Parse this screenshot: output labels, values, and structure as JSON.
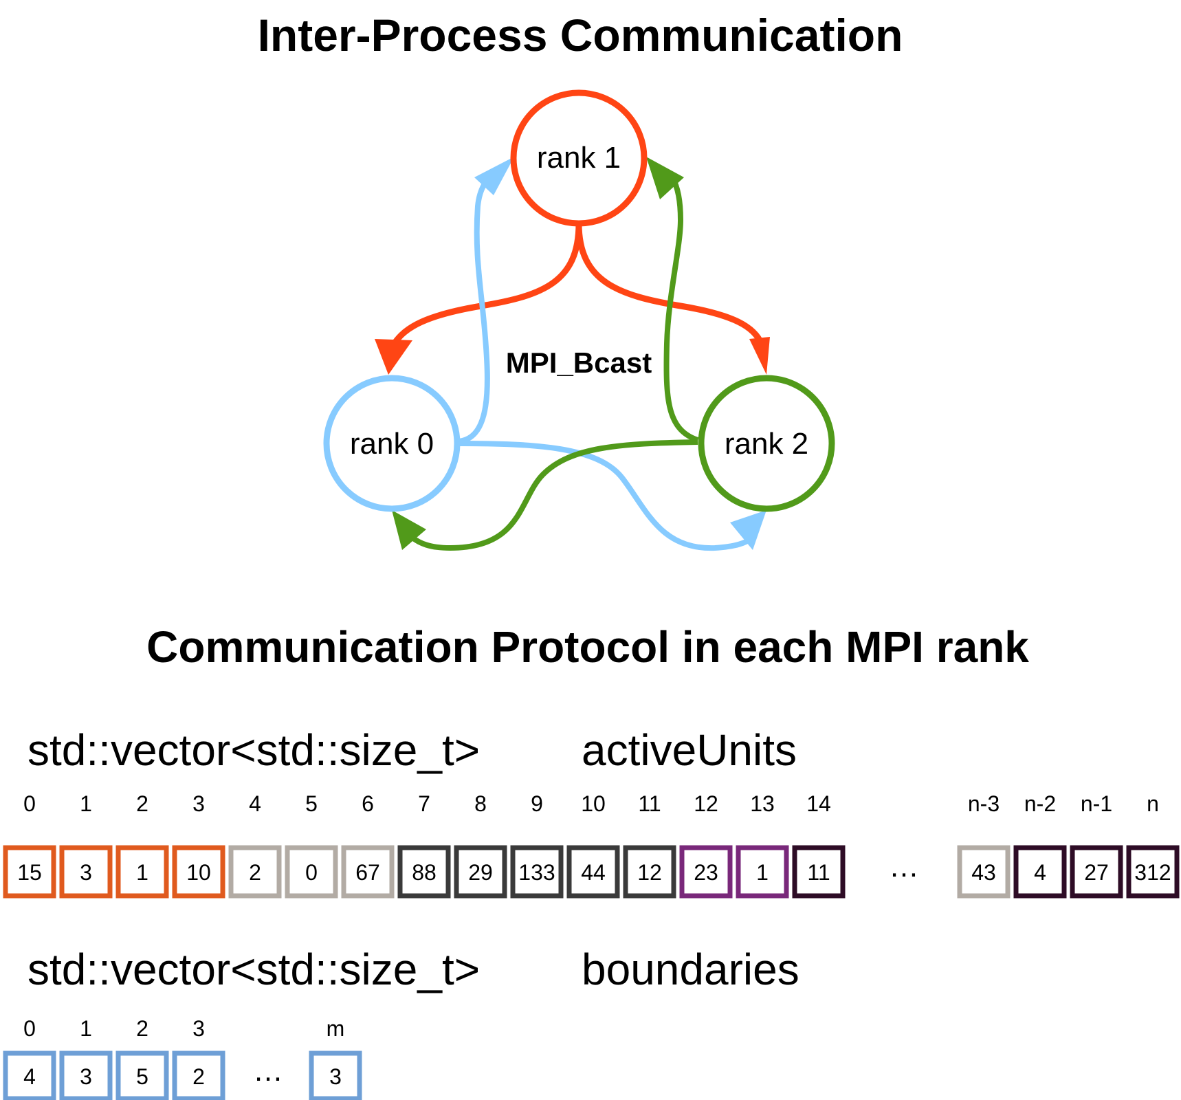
{
  "title": "Inter-Process Communication",
  "graph": {
    "center_label": "MPI_Bcast",
    "nodes": [
      {
        "id": "r1",
        "label": "rank 1",
        "color": "#ff4514"
      },
      {
        "id": "r0",
        "label": "rank 0",
        "color": "#87cbff"
      },
      {
        "id": "r2",
        "label": "rank 2",
        "color": "#519a1a"
      }
    ]
  },
  "protocol_title": "Communication Protocol in each MPI rank",
  "vectors": [
    {
      "type": "std::vector<std::size_t>",
      "name": "activeUnits",
      "ellipsis": "…",
      "cells": [
        {
          "index": "0",
          "value": "15",
          "color": "#e05a1e"
        },
        {
          "index": "1",
          "value": "3",
          "color": "#e05a1e"
        },
        {
          "index": "2",
          "value": "1",
          "color": "#e05a1e"
        },
        {
          "index": "3",
          "value": "10",
          "color": "#e05a1e"
        },
        {
          "index": "4",
          "value": "2",
          "color": "#b2aba4"
        },
        {
          "index": "5",
          "value": "0",
          "color": "#b2aba4"
        },
        {
          "index": "6",
          "value": "67",
          "color": "#b2aba4"
        },
        {
          "index": "7",
          "value": "88",
          "color": "#3a3a3a"
        },
        {
          "index": "8",
          "value": "29",
          "color": "#3a3a3a"
        },
        {
          "index": "9",
          "value": "133",
          "color": "#3a3a3a"
        },
        {
          "index": "10",
          "value": "44",
          "color": "#3a3a3a"
        },
        {
          "index": "11",
          "value": "12",
          "color": "#3a3a3a"
        },
        {
          "index": "12",
          "value": "23",
          "color": "#79287a"
        },
        {
          "index": "13",
          "value": "1",
          "color": "#79287a"
        },
        {
          "index": "14",
          "value": "11",
          "color": "#2e0c26"
        }
      ],
      "tail_cells": [
        {
          "index": "n-3",
          "value": "43",
          "color": "#b2aba4"
        },
        {
          "index": "n-2",
          "value": "4",
          "color": "#2e0c26"
        },
        {
          "index": "n-1",
          "value": "27",
          "color": "#2e0c26"
        },
        {
          "index": "n",
          "value": "312",
          "color": "#2e0c26"
        }
      ]
    },
    {
      "type": "std::vector<std::size_t>",
      "name": "boundaries",
      "ellipsis": "…",
      "cells": [
        {
          "index": "0",
          "value": "4",
          "color": "#6e9fd6"
        },
        {
          "index": "1",
          "value": "3",
          "color": "#6e9fd6"
        },
        {
          "index": "2",
          "value": "5",
          "color": "#6e9fd6"
        },
        {
          "index": "3",
          "value": "2",
          "color": "#6e9fd6"
        }
      ],
      "tail_cells": [
        {
          "index": "m",
          "value": "3",
          "color": "#6e9fd6"
        }
      ]
    }
  ]
}
